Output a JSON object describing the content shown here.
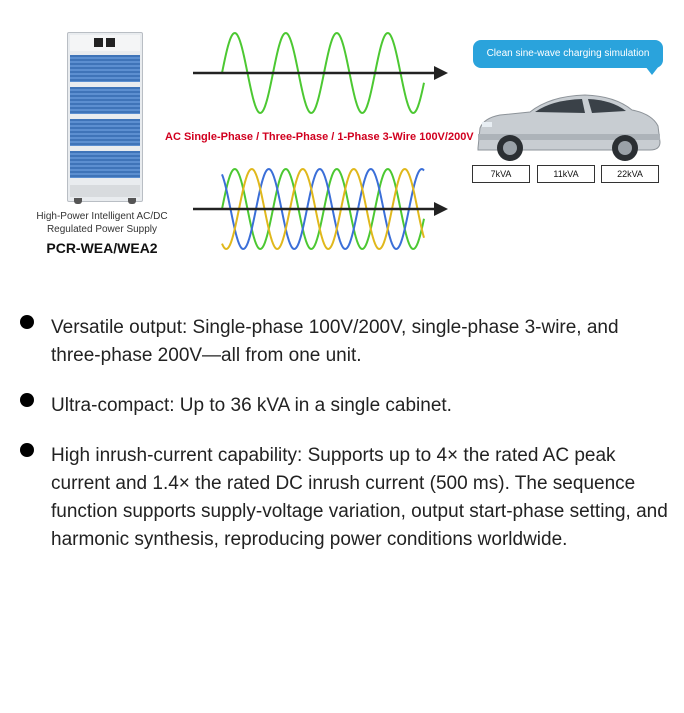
{
  "figure": {
    "product_caption_line1": "High-Power Intelligent AC/DC",
    "product_caption_line2": "Regulated Power Supply",
    "product_model": "PCR-WEA/WEA2",
    "ac_label": "AC Single-Phase / Three-Phase / 1-Phase 3-Wire 100V/200V",
    "bubble_text": "Clean sine-wave charging simulation",
    "kva_boxes": [
      "7kVA",
      "11kVA",
      "22kVA"
    ],
    "colors": {
      "single_phase_wave": "#4cc832",
      "three_phase_waves": [
        "#4cc832",
        "#3b6fd8",
        "#e0b81c"
      ],
      "label_red": "#d1001f",
      "bubble_blue": "#2aa3dc",
      "cabinet_blue": "#4a7fc4"
    },
    "icons": [
      "power-supply-cabinet-icon",
      "car-icon",
      "arrow-right-icon"
    ]
  },
  "bullets": [
    "Versatile output: Single-phase 100V/200V, single-phase 3-wire, and three-phase 200V—all from one unit.",
    "Ultra-compact: Up to 36 kVA in a single cabinet.",
    "High inrush-current capability: Supports up to 4× the rated AC peak current and 1.4× the rated DC inrush current (500 ms). The sequence function supports supply-voltage variation, output start-phase setting, and harmonic synthesis, reproducing power conditions worldwide."
  ]
}
